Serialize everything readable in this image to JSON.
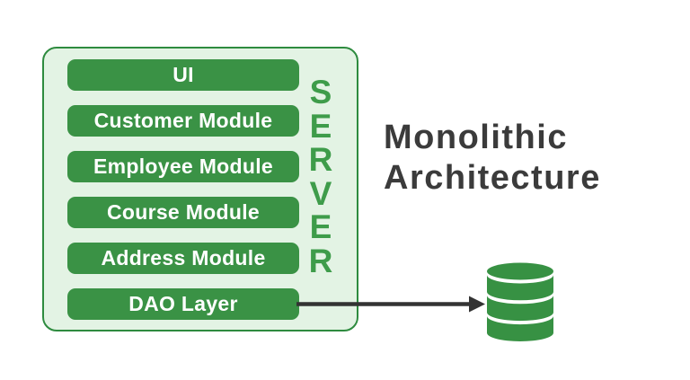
{
  "diagram": {
    "title": {
      "line1": "Monolithic",
      "line2": "Architecture"
    },
    "server_label": {
      "word": "SERVER",
      "letters": [
        "S",
        "E",
        "R",
        "V",
        "E",
        "R"
      ]
    },
    "modules": [
      {
        "label": "UI"
      },
      {
        "label": "Customer Module"
      },
      {
        "label": "Employee Module"
      },
      {
        "label": "Course Module"
      },
      {
        "label": "Address Module"
      },
      {
        "label": "DAO Layer"
      }
    ],
    "icons": {
      "database": "database-cylinder-icon",
      "arrow": "right-arrow-connector"
    },
    "colors": {
      "background": "#ffffff",
      "container_fill": "#e3f3e4",
      "container_border": "#2e8b3f",
      "bar_green": "#3a9245",
      "module_text": "#ffffff",
      "server_text_green": "#3e9c4a",
      "title_text": "#3b3b3b",
      "arrow": "#333333",
      "database_green": "#379143"
    }
  }
}
